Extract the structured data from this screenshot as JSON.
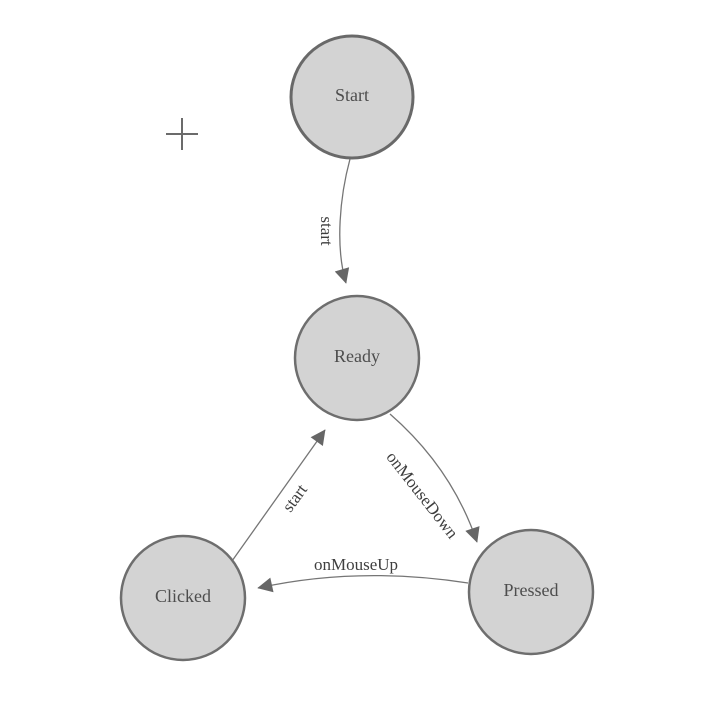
{
  "diagram": {
    "nodes": [
      {
        "label": "Start"
      },
      {
        "label": "Ready"
      },
      {
        "label": "Clicked"
      },
      {
        "label": "Pressed"
      }
    ],
    "edges": [
      {
        "label": "start",
        "from": "Start",
        "to": "Ready"
      },
      {
        "label": "start",
        "from": "Clicked",
        "to": "Ready"
      },
      {
        "label": "onMouseDown",
        "from": "Ready",
        "to": "Pressed"
      },
      {
        "label": "onMouseUp",
        "from": "Pressed",
        "to": "Clicked"
      }
    ],
    "icons": {
      "plus_cursor": "+"
    },
    "colors": {
      "background": "#ffffff",
      "node_fill": "#d3d3d3",
      "node_stroke": "#6e6e6e",
      "edge_stroke": "#757575",
      "arrowhead": "#666666",
      "node_text": "#4d4d4d",
      "edge_text": "#3f3f3f",
      "plus_icon": "#6b6b6b"
    }
  }
}
